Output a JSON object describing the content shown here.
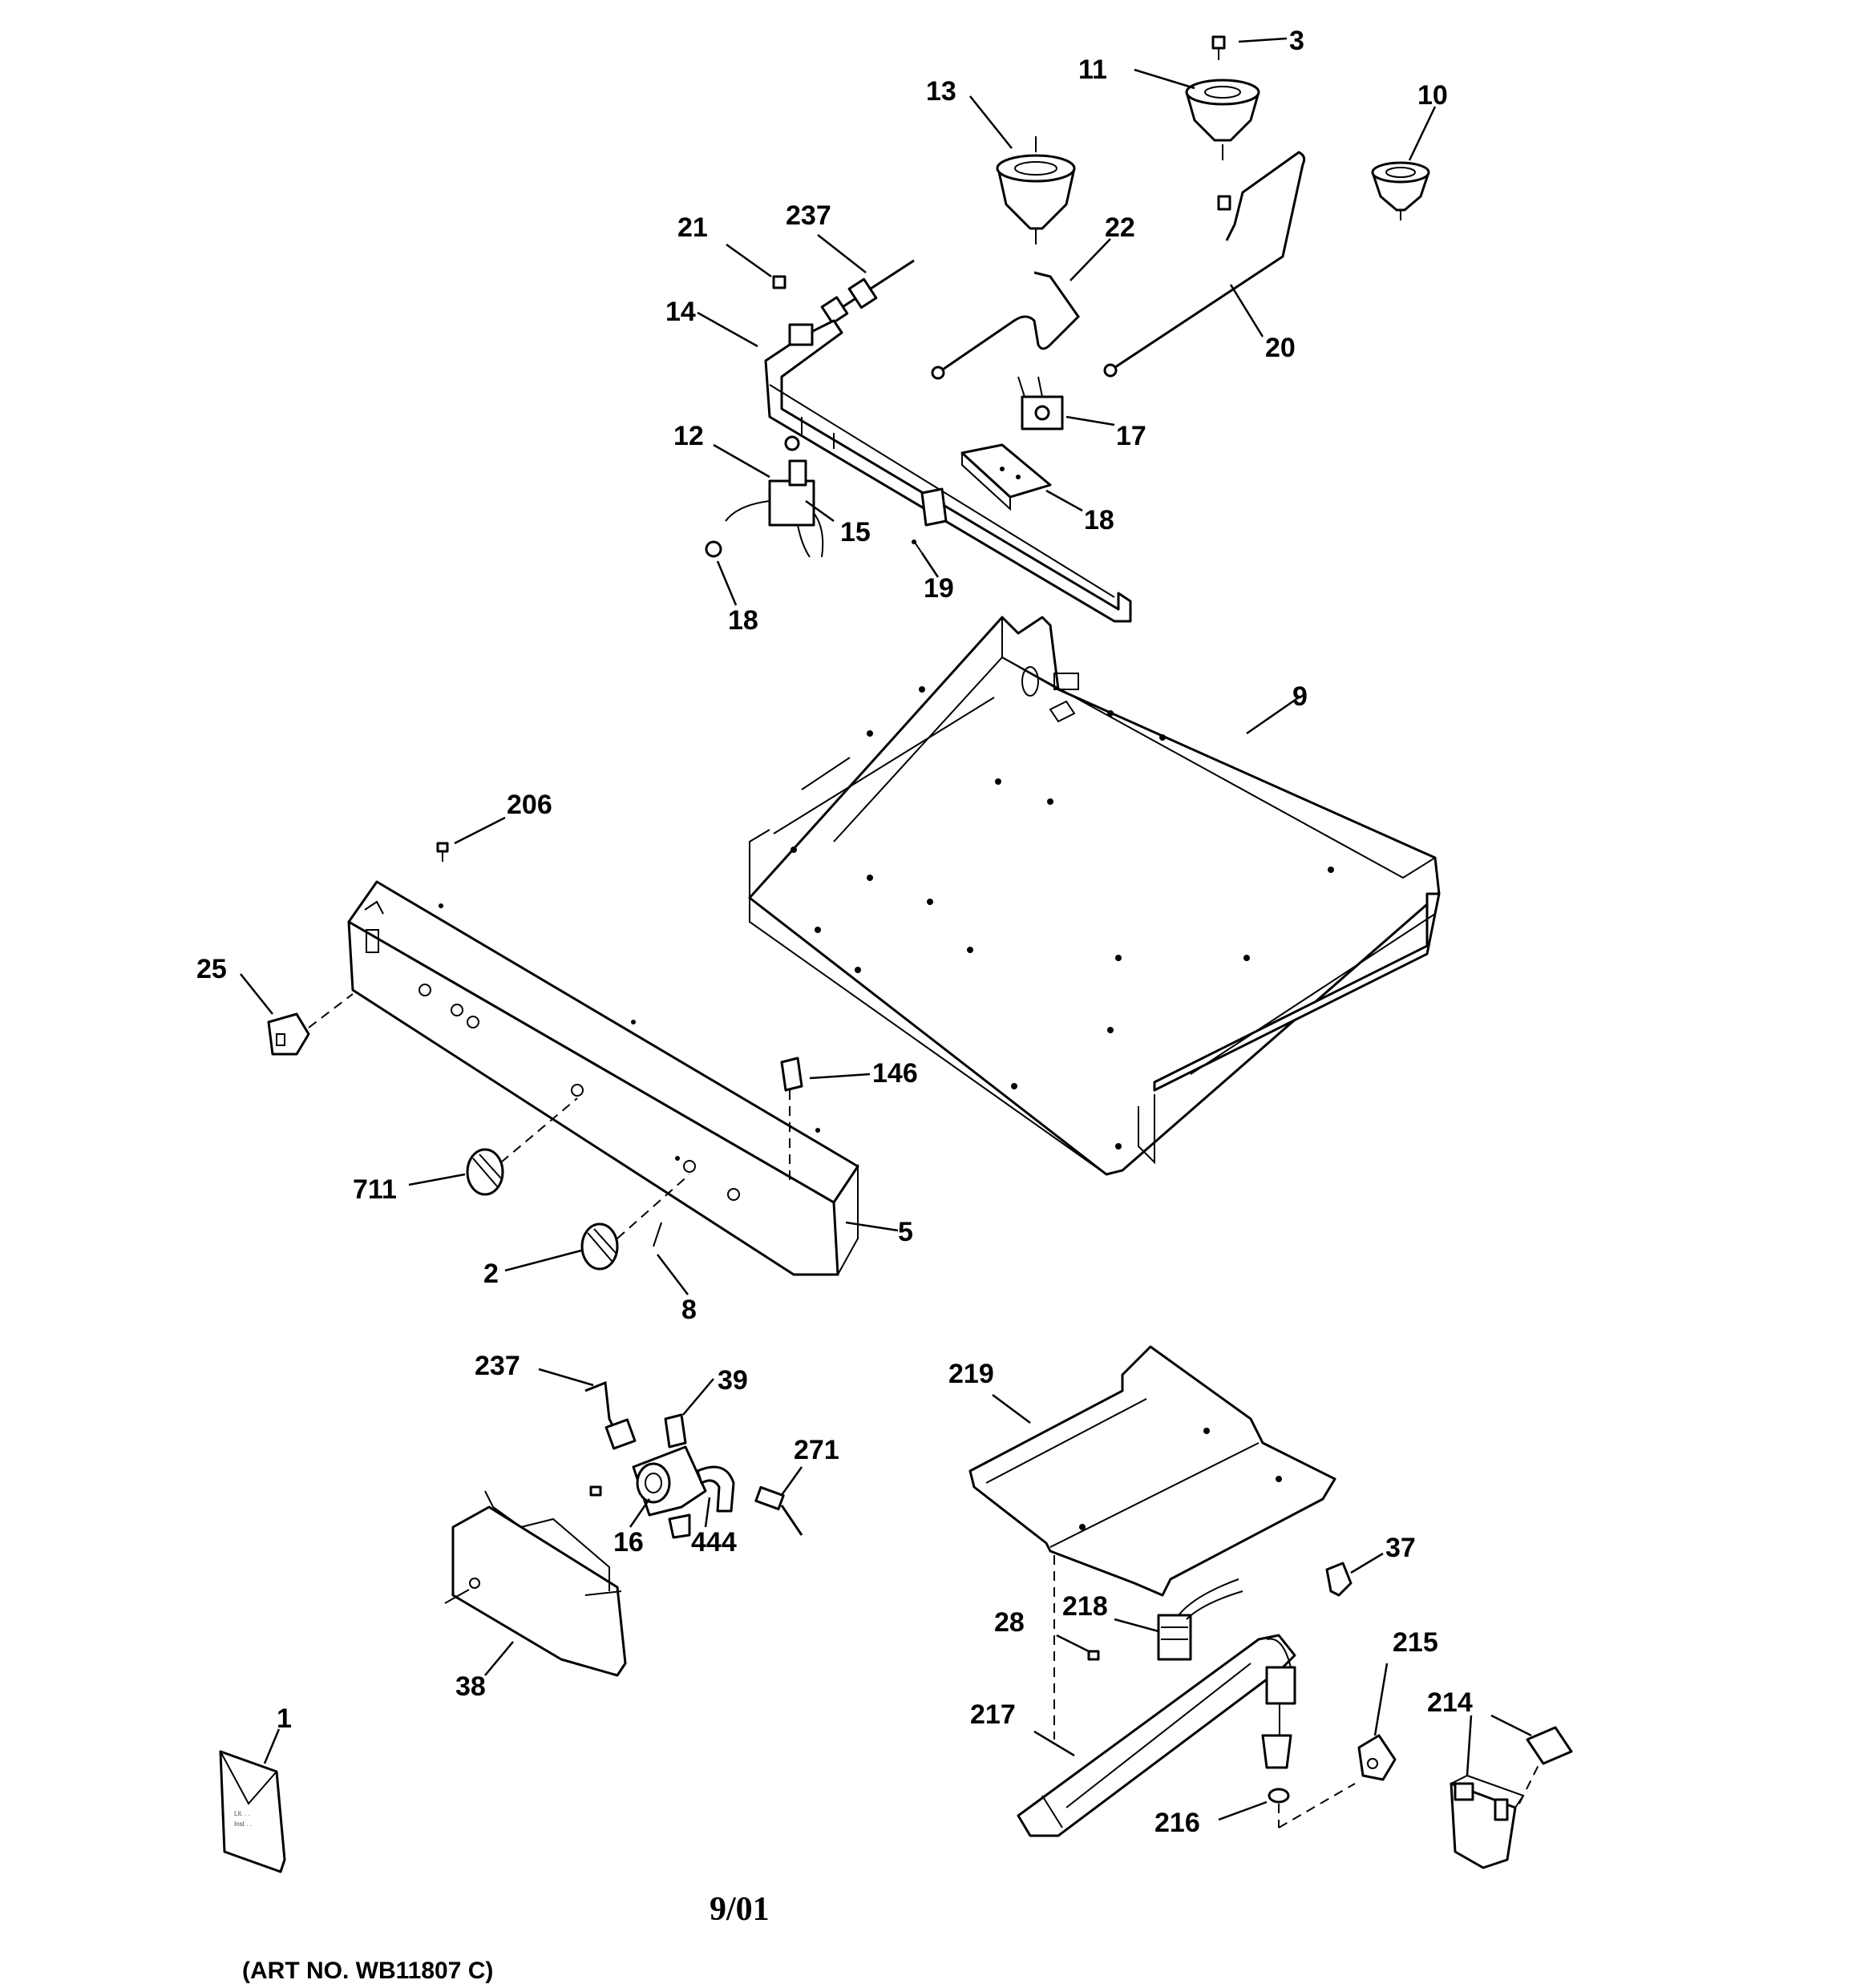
{
  "diagram": {
    "labels": {
      "p1": "1",
      "p2": "2",
      "p3": "3",
      "p5": "5",
      "p8": "8",
      "p9": "9",
      "p10": "10",
      "p11": "11",
      "p12": "12",
      "p13": "13",
      "p14": "14",
      "p15": "15",
      "p16": "16",
      "p17": "17",
      "p18a": "18",
      "p18b": "18",
      "p19": "19",
      "p20": "20",
      "p21": "21",
      "p22": "22",
      "p25": "25",
      "p28": "28",
      "p37": "37",
      "p38": "38",
      "p39": "39",
      "p146": "146",
      "p206": "206",
      "p214": "214",
      "p215": "215",
      "p216": "216",
      "p217": "217",
      "p218": "218",
      "p219": "219",
      "p237a": "237",
      "p237b": "237",
      "p271": "271",
      "p444": "444",
      "p711": "711"
    },
    "date": "9/01",
    "art_no": "(ART NO. WB11807 C)",
    "envelope_text": [
      "Lit. . .",
      "Inst . ."
    ]
  }
}
